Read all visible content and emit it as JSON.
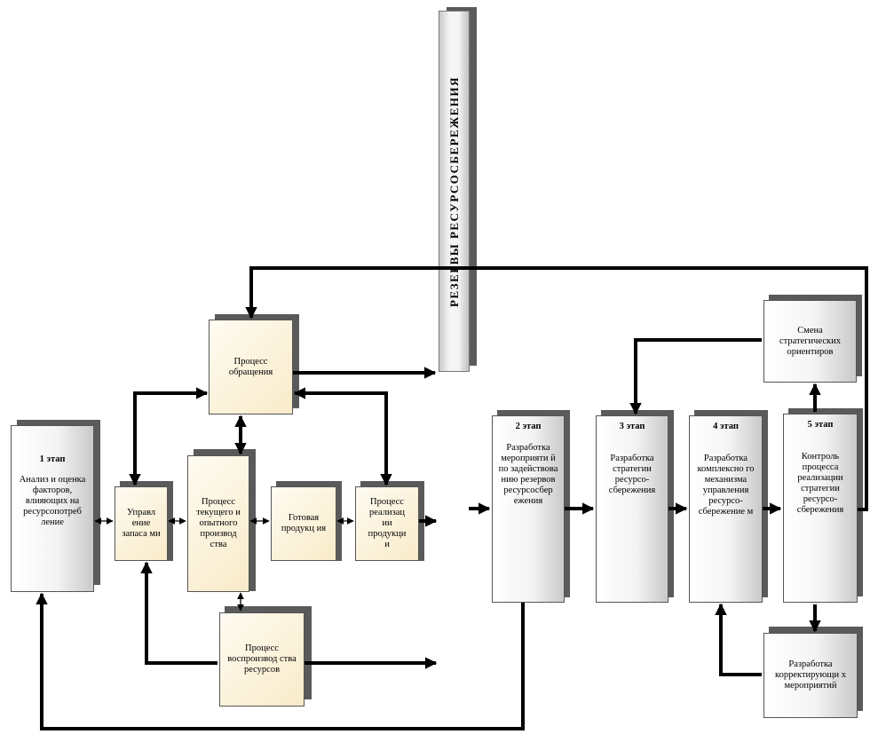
{
  "banner": {
    "text": "РЕЗЕРВЫ  РЕСУРСОСБЕРЕЖЕНИЯ"
  },
  "boxes": {
    "stage1": {
      "title": "1 этап",
      "text": "Анализ и оценка факторов, влияющих на ресурсопотреб ление"
    },
    "circulation": {
      "text": "Процесс обращения"
    },
    "inventory": {
      "text": "Управл ение запаса ми"
    },
    "production": {
      "text": "Процесс текущего и опытного производ ства"
    },
    "finished": {
      "text": "Готовая продукц ия"
    },
    "sales": {
      "text": "Процесс реализац ии продукци и"
    },
    "reproduction": {
      "text": "Процесс воспроизвод ства ресурсов"
    },
    "stage2": {
      "title": "2 этап",
      "text": "Разработка мероприяти й по задействова нию резервов ресурсосбер ежения"
    },
    "stage3": {
      "title": "3 этап",
      "text": "Разработка стратегии ресурсо-сбережения"
    },
    "stage4": {
      "title": "4 этап",
      "text": "Разработка комплексно го механизма управления ресурсо-сбережение м"
    },
    "stage5": {
      "title": "5 этап",
      "text": "Контроль процесса реализации стратегии ресурсо-сбережения"
    },
    "strategy_change": {
      "text": "Смена стратегических ориентиров"
    },
    "corrective": {
      "text": "Разработка корректирующи х мероприятий"
    }
  },
  "colors": {
    "cream": "#f9ebc9",
    "grey": "#f4f4f4",
    "shadow": "#5a5a5a",
    "line": "#000000"
  }
}
